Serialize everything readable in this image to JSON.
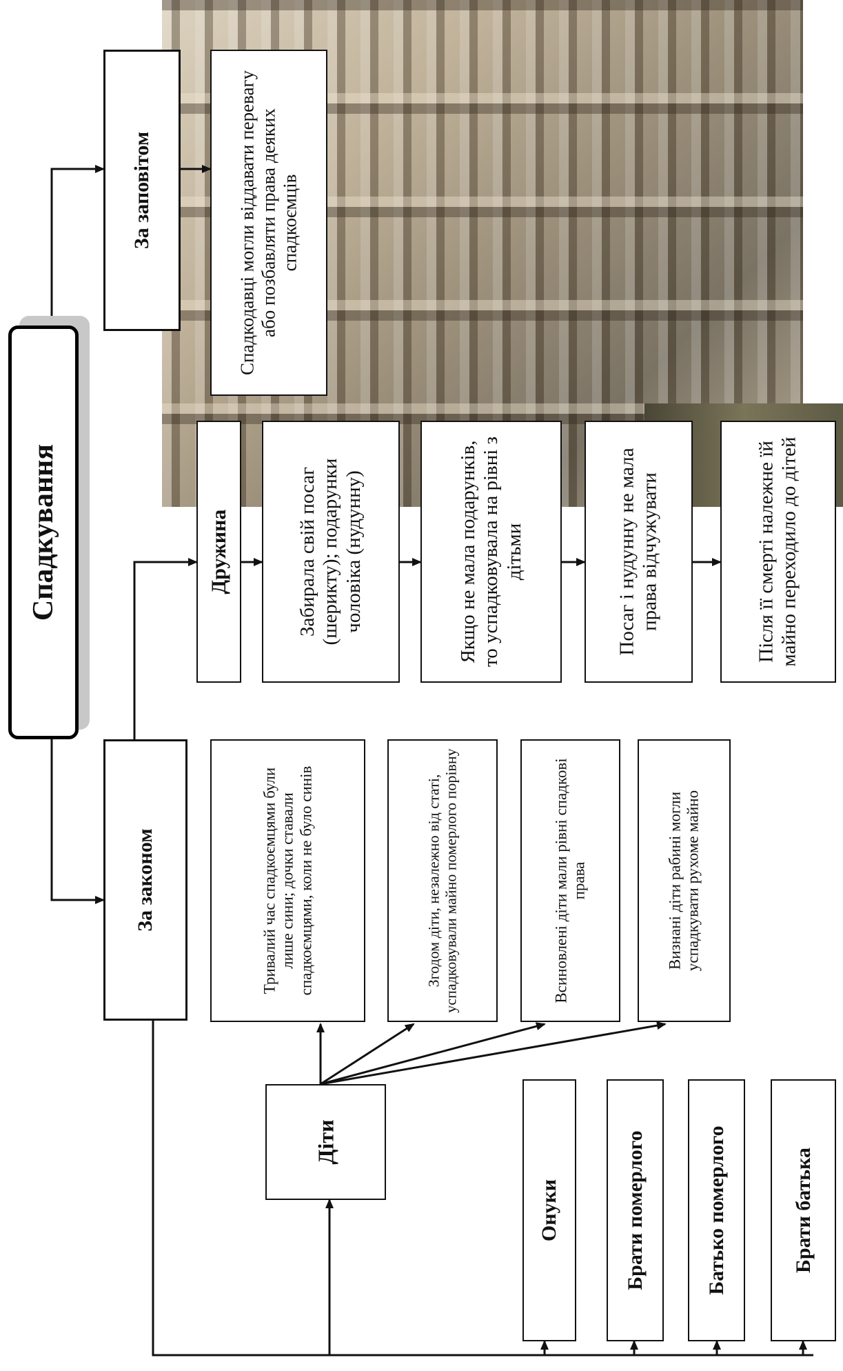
{
  "root": {
    "label": "Спадкування"
  },
  "by_will": {
    "label": "За заповітом",
    "note": "Спадкодавці могли віддавати перевагу або позбавляти права деяких спадкоємців"
  },
  "by_law": {
    "label": "За законом",
    "notes": [
      "Тривалий час спадкоємцями були лише сини; дочки ставали спадкоємцями, коли не було синів",
      "Згодом діти, незалежно від статі, успадковували майно померлого порівну",
      "Всиновлені діти мали рівні спадкові права",
      "Визнані діти рабині могли успадкувати рухоме майно"
    ]
  },
  "wife": {
    "label": "Дружина",
    "steps": [
      "Забирала свій посаг (шерикту); подарунки чоловіка (нудунну)",
      "Якщо не мала подарунків, то успадковувала на рівні з дітьми",
      "Посаг і нудунну не мала права відчужувати",
      "Після її смерті належне їй майно переходило до дітей"
    ]
  },
  "children": {
    "label": "Діти"
  },
  "heirs": [
    "Онуки",
    "Брати померлого",
    "Батько померлого",
    "Брати батька"
  ],
  "colors": {
    "line": "#111111",
    "box_bg": "#ffffff",
    "shadow": "#c8c8c8"
  }
}
